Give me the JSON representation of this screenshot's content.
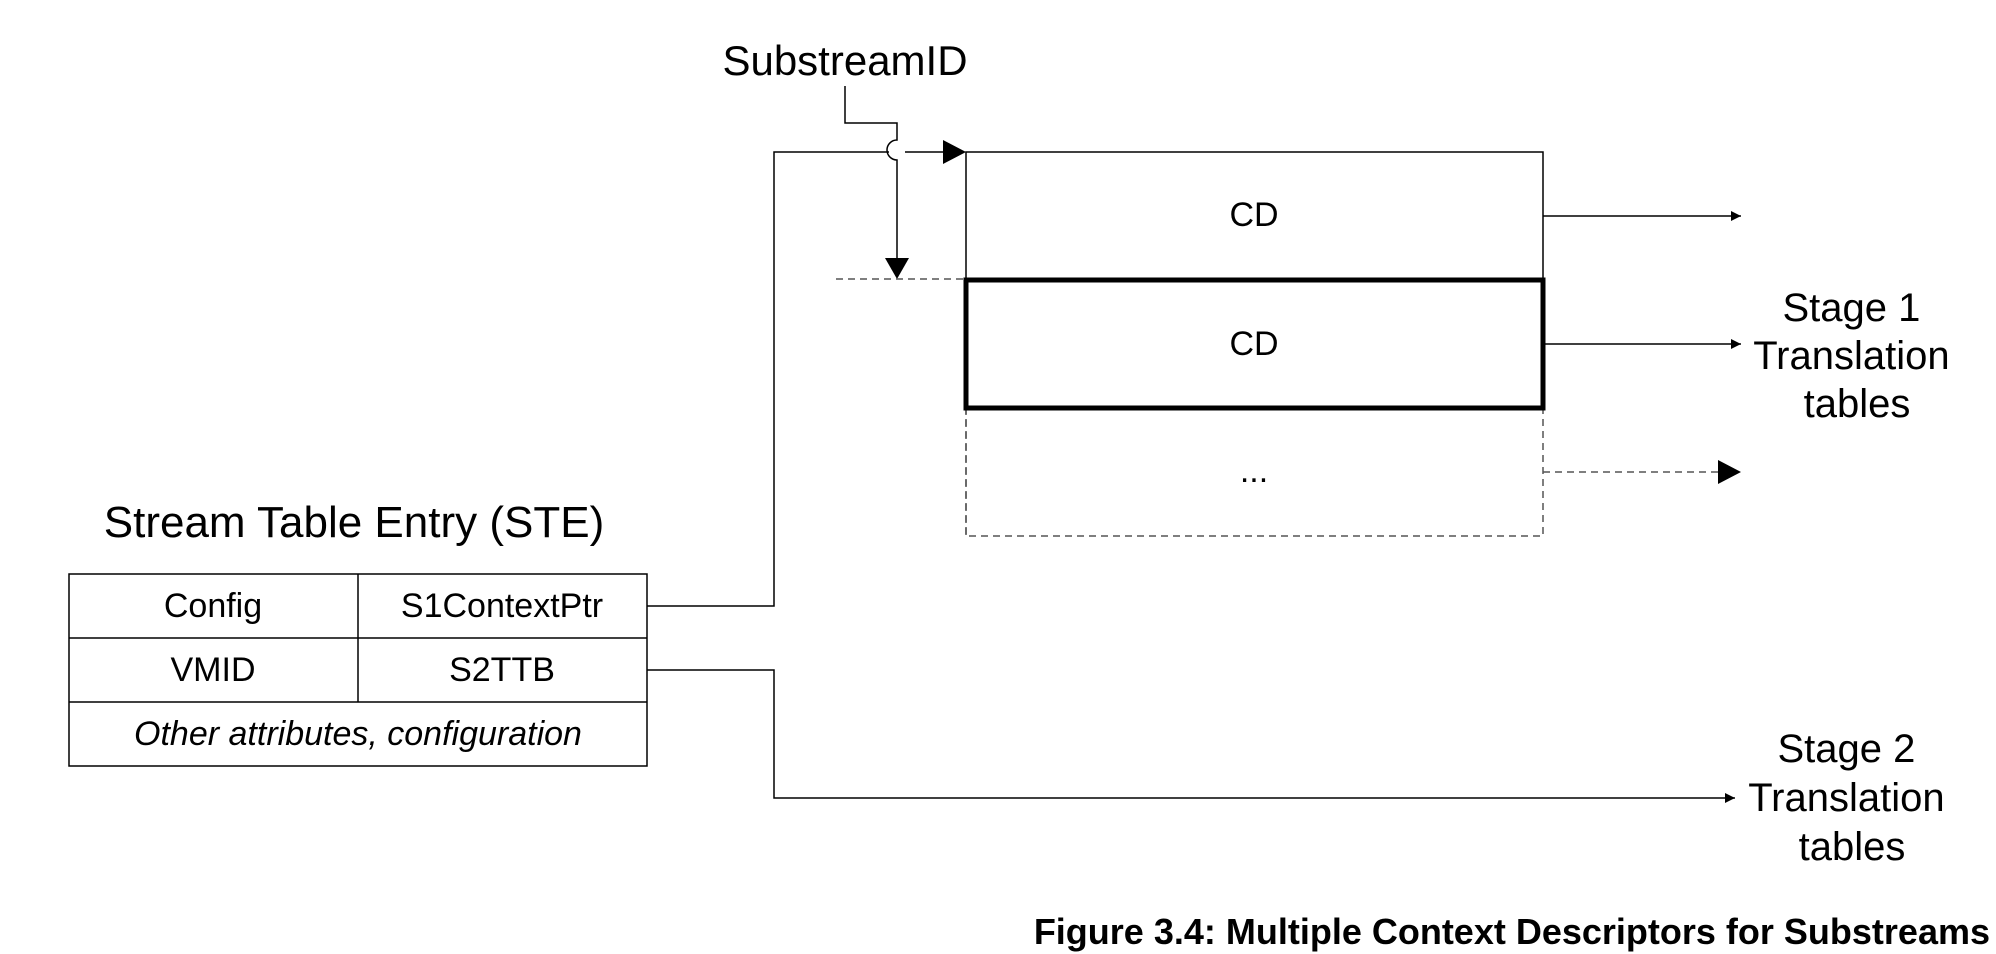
{
  "substream": {
    "label": "SubstreamID"
  },
  "cd_table": {
    "entries": [
      {
        "label": "CD"
      },
      {
        "label": "CD"
      },
      {
        "label": "..."
      }
    ]
  },
  "stage1": {
    "lines": [
      "Stage 1",
      "Translation",
      "tables"
    ]
  },
  "stage2": {
    "lines": [
      "Stage 2",
      "Translation",
      "tables"
    ]
  },
  "ste": {
    "title": "Stream Table Entry (STE)",
    "rows": [
      [
        "Config",
        "S1ContextPtr"
      ],
      [
        "VMID",
        "S2TTB"
      ]
    ],
    "footer": "Other attributes, configuration"
  },
  "caption": "Figure 3.4: Multiple Context Descriptors for Substreams"
}
